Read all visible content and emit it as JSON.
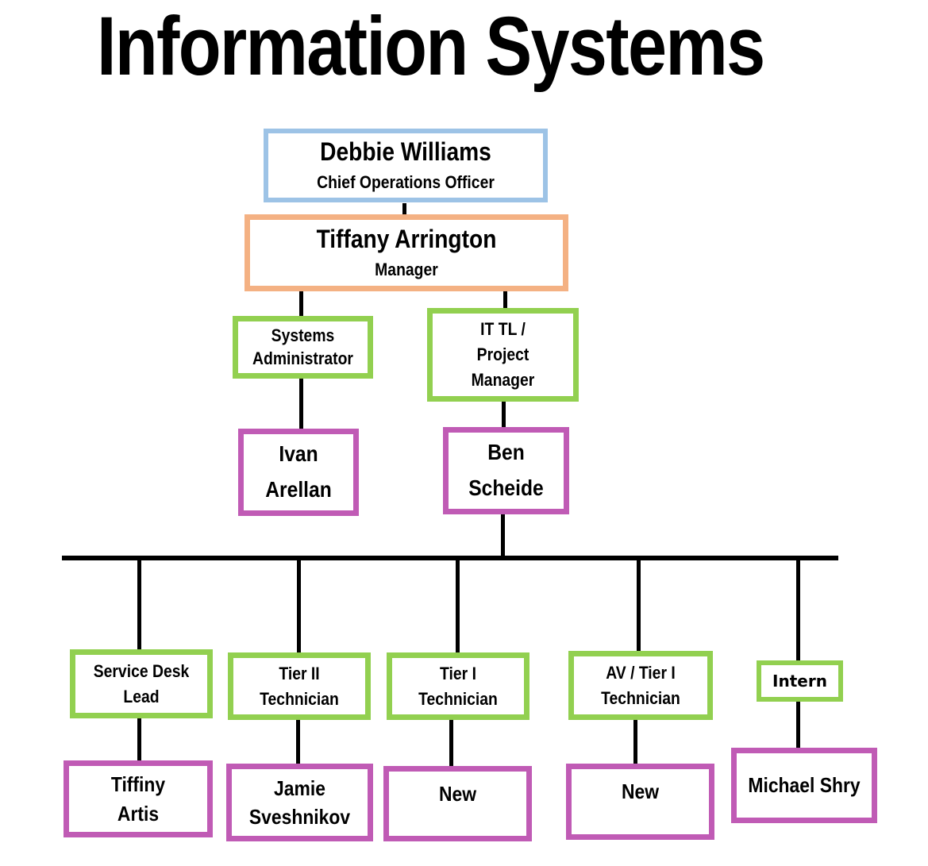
{
  "title": "Information Systems",
  "colors": {
    "coo_border": "#9DC3E6",
    "manager_border": "#F4B183",
    "role_border": "#92D050",
    "person_border": "#C05BB5",
    "connector": "#000000",
    "text": "#000000",
    "background": "#FFFFFF"
  },
  "boxes": {
    "coo": {
      "lines": [
        "Debbie Williams",
        "Chief Operations Officer"
      ]
    },
    "manager": {
      "lines": [
        "Tiffany Arrington",
        "Manager"
      ]
    },
    "systems_admin": {
      "lines": [
        "Systems",
        "Administrator"
      ]
    },
    "it_tl": {
      "lines": [
        "IT TL /",
        "Project",
        "Manager"
      ]
    },
    "ivan": {
      "lines": [
        "Ivan",
        "Arellan"
      ]
    },
    "ben": {
      "lines": [
        "Ben",
        "Scheide"
      ]
    },
    "service_desk_lead": {
      "lines": [
        "Service Desk",
        "Lead"
      ]
    },
    "tier2_tech": {
      "lines": [
        "Tier II",
        "Technician"
      ]
    },
    "tier1_tech": {
      "lines": [
        "Tier I",
        "Technician"
      ]
    },
    "av_tier1_tech": {
      "lines": [
        "AV / Tier I",
        "Technician"
      ]
    },
    "intern": {
      "lines": [
        "Intern"
      ]
    },
    "tiffiny": {
      "lines": [
        "Tiffiny",
        "Artis"
      ]
    },
    "jamie": {
      "lines": [
        "Jamie",
        "Sveshnikov"
      ]
    },
    "new_tier1": {
      "lines": [
        "New"
      ]
    },
    "new_av": {
      "lines": [
        "New"
      ]
    },
    "michael": {
      "lines": [
        "Michael Shry"
      ]
    }
  }
}
